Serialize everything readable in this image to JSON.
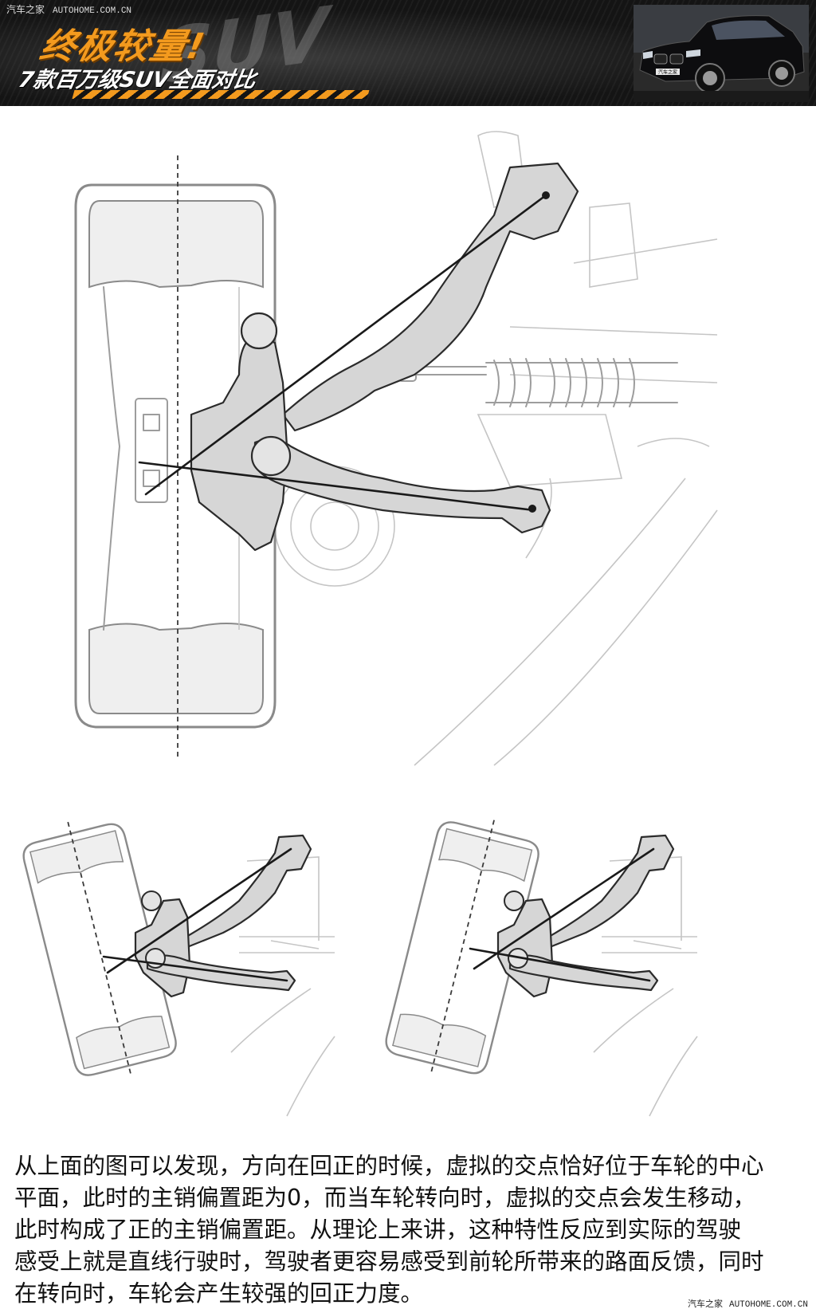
{
  "header": {
    "site_name": "汽车之家",
    "site_url": "AUTOHOME.COM.CN",
    "title": "终极较量!",
    "subtitle": "7款百万级SUV全面对比",
    "ghost_text": "SUV",
    "plate_text": "汽车之家",
    "accent_color": "#f39a1e"
  },
  "paragraph": {
    "lines": [
      "从上面的图可以发现，方向在回正的时候，虚拟的交点恰好位于车轮的中心",
      "平面，此时的主销偏置距为0，而当车轮转向时，虚拟的交点会发生移动，",
      "此时构成了正的主销偏置距。从理论上来讲，这种特性反应到实际的驾驶",
      "感受上就是直线行驶时，驾驶者更容易感受到前轮所带来的路面反馈，同时",
      "在转向时，车轮会产生较强的回正力度。"
    ]
  },
  "footer": {
    "site_name": "汽车之家",
    "site_url": "AUTOHOME.COM.CN"
  }
}
